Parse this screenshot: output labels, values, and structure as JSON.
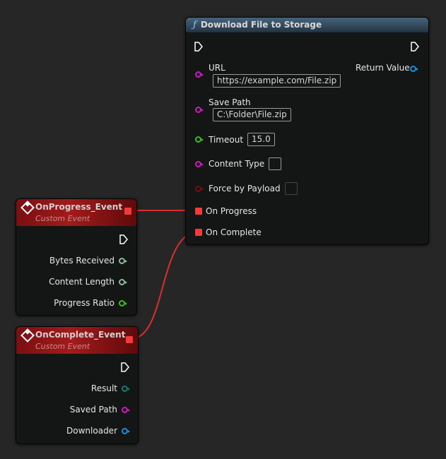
{
  "function_node": {
    "title": "Download File to Storage",
    "icon": "function-icon",
    "inputs": {
      "url": {
        "label": "URL",
        "value": "https://example.com/File.zip",
        "color": "#d019c0"
      },
      "save_path": {
        "label": "Save Path",
        "value": "C:\\Folder\\File.zip",
        "color": "#d019c0"
      },
      "timeout": {
        "label": "Timeout",
        "value": "15.0",
        "color": "#39c219"
      },
      "content_type": {
        "label": "Content Type",
        "value": "",
        "color": "#d019c0"
      },
      "force_by_payload": {
        "label": "Force by Payload",
        "value": "",
        "color": "#7a0c0c"
      },
      "on_progress": {
        "label": "On Progress",
        "color": "#f13a3a"
      },
      "on_complete": {
        "label": "On Complete",
        "color": "#f13a3a"
      }
    },
    "outputs": {
      "return_value": {
        "label": "Return Value",
        "color": "#1a8fd9"
      }
    }
  },
  "progress_event": {
    "title": "OnProgress_Event",
    "subtitle": "Custom Event",
    "outputs": [
      {
        "label": "Bytes Received",
        "color": "#8fb99a"
      },
      {
        "label": "Content Length",
        "color": "#8fb99a"
      },
      {
        "label": "Progress Ratio",
        "color": "#39c219"
      }
    ]
  },
  "complete_event": {
    "title": "OnComplete_Event",
    "subtitle": "Custom Event",
    "outputs": [
      {
        "label": "Result",
        "color": "#1a7a72"
      },
      {
        "label": "Saved Path",
        "color": "#d019c0"
      },
      {
        "label": "Downloader",
        "color": "#1a8fd9"
      }
    ]
  },
  "wire_color": "#e03333"
}
